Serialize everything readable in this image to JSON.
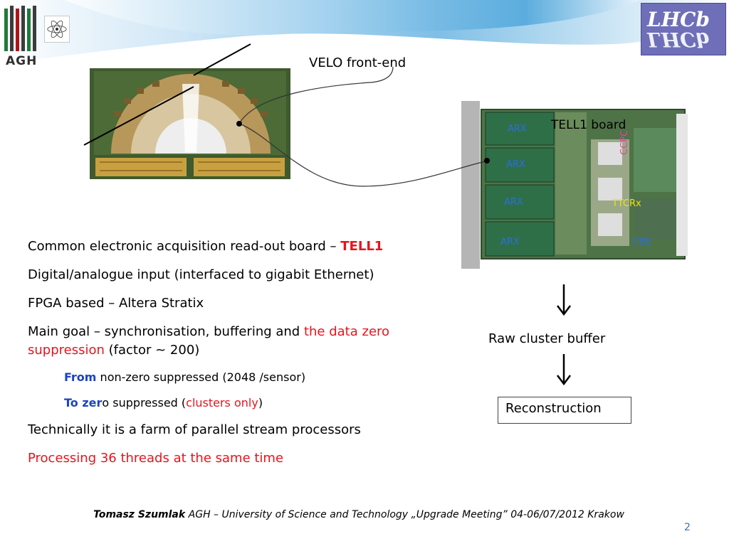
{
  "header": {
    "agh_logo_text": "AGH",
    "lhcb_logo_text": "LHCb"
  },
  "diagram": {
    "velo_label": "VELO front-end",
    "tell1_label": "TELL1 board",
    "chips": {
      "arx1": "ARX",
      "arx2": "ARX",
      "arx3": "ARX",
      "arx4": "ARX",
      "ccpc": "CCPC",
      "ttcrx": "TTCRx",
      "gbe": "GBE"
    },
    "raw_buffer_label": "Raw cluster buffer",
    "reconstruction_label": "Reconstruction"
  },
  "bullets": {
    "b1_text": "Common electronic acquisition read-out board – ",
    "b1_highlight": "TELL1",
    "b2_text": "Digital/analogue input (interfaced to gigabit Ethernet)",
    "b3_text": "FPGA based – Altera Stratix",
    "b4_text": "Main goal – synchronisation, buffering and ",
    "b4_highlight": "the data zero suppression",
    "b4_tail": " (factor ~ 200)",
    "b5_lead": "From",
    "b5_text": " non-zero suppressed (2048 /sensor)",
    "b6_lead": "To zer",
    "b6_text": "o suppressed (",
    "b6_highlight": "clusters only",
    "b6_tail": ")",
    "b7_text": "Technically it is a farm of parallel stream processors",
    "b8_text": "Processing 36 threads at the same time"
  },
  "footer": {
    "author": "Tomasz Szumlak",
    "text": " AGH – University of Science and Technology „Upgrade Meeting” 04-06/07/2012 Krakow",
    "page_number": "2"
  },
  "colors": {
    "highlight_red": "#e8141c",
    "highlight_blue": "#1a43c8",
    "chip_blue": "#2a6ee0",
    "chip_yellow": "#f2e10a",
    "chip_pink": "#f03ca0",
    "lhcb_bg": "#6e6fb8"
  }
}
